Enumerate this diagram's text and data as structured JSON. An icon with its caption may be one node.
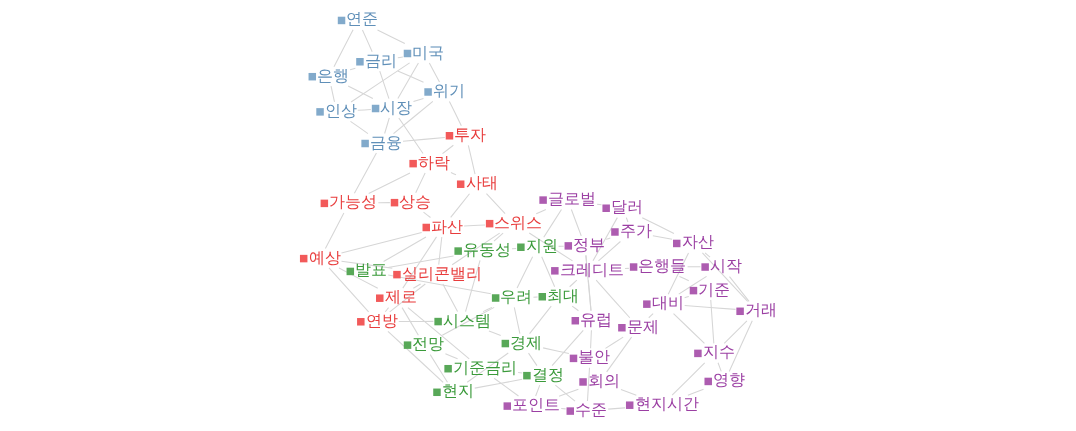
{
  "diagram": {
    "nodes": [
      {
        "text": [
          "달러"
        ]
      },
      {
        "text": [
          "자산"
        ]
      },
      {
        "text": [
          "글로벌"
        ]
      },
      {
        "text": [
          "주가"
        ]
      },
      {
        "text": [
          "정부"
        ]
      },
      {
        "text": [
          "은행들"
        ]
      },
      {
        "text": [
          "기준"
        ]
      },
      {
        "text": [
          "시작"
        ]
      },
      {
        "text": [
          "크레디트"
        ]
      },
      {
        "text": [
          "유럽"
        ]
      },
      {
        "text": [
          "거래"
        ]
      },
      {
        "text": [
          "대비"
        ]
      },
      {
        "text": [
          "문제"
        ]
      },
      {
        "text": [
          "지수"
        ]
      },
      {
        "text": [
          "영향"
        ]
      },
      {
        "text": [
          "불안"
        ]
      },
      {
        "text": [
          "현지시간"
        ]
      },
      {
        "text": [
          "수준"
        ]
      },
      {
        "text": [
          "회의"
        ]
      },
      {
        "text": [
          "포인트"
        ]
      },
      {
        "text": [
          "지원"
        ]
      },
      {
        "text": [
          "유동성"
        ]
      },
      {
        "text": [
          "발표"
        ]
      },
      {
        "text": [
          "최대"
        ]
      },
      {
        "text": [
          "우려"
        ]
      },
      {
        "text": [
          "시스템"
        ]
      },
      {
        "text": [
          "경제"
        ]
      },
      {
        "text": [
          "결정"
        ]
      },
      {
        "text": [
          "현지"
        ]
      },
      {
        "text": [
          "기준금리"
        ]
      },
      {
        "text": [
          "전망"
        ]
      },
      {
        "text": [
          "스위스"
        ]
      },
      {
        "text": [
          "파산"
        ]
      },
      {
        "text": [
          "사태"
        ]
      },
      {
        "text": [
          "투자"
        ]
      },
      {
        "text": [
          "상승"
        ]
      },
      {
        "text": [
          "실리콘밸리"
        ]
      },
      {
        "text": [
          "하락"
        ]
      },
      {
        "text": [
          "연방"
        ]
      },
      {
        "text": [
          "가능성"
        ]
      },
      {
        "text": [
          "제로"
        ]
      },
      {
        "text": [
          "예상"
        ]
      },
      {
        "text": [
          "위기"
        ]
      },
      {
        "text": [
          "금리"
        ]
      },
      {
        "text": [
          "금융"
        ]
      },
      {
        "text": [
          "시장"
        ]
      },
      {
        "text": [
          "은행"
        ]
      },
      {
        "text": [
          "인상"
        ]
      },
      {
        "text": [
          "미국"
        ]
      },
      {
        "text": [
          "연준"
        ]
      }
    ],
    "edges": [
      {
        "from": 0,
        "to": 1,
        "arrow": "none"
      },
      {
        "from": 0,
        "to": 2,
        "arrow": "none"
      },
      {
        "from": 0,
        "to": 3,
        "arrow": "none"
      },
      {
        "from": 0,
        "to": 8,
        "arrow": "none"
      },
      {
        "from": 1,
        "to": 3,
        "arrow": "none"
      },
      {
        "from": 1,
        "to": 7,
        "arrow": "none"
      },
      {
        "from": 1,
        "to": 10,
        "arrow": "none"
      },
      {
        "from": 1,
        "to": 11,
        "arrow": "none"
      },
      {
        "from": 2,
        "to": 4,
        "arrow": "none"
      },
      {
        "from": 2,
        "to": 20,
        "arrow": "none"
      },
      {
        "from": 2,
        "to": 31,
        "arrow": "none"
      },
      {
        "from": 3,
        "to": 8,
        "arrow": "none"
      },
      {
        "from": 3,
        "to": 4,
        "arrow": "none"
      },
      {
        "from": 4,
        "to": 20,
        "arrow": "none"
      },
      {
        "from": 4,
        "to": 9,
        "arrow": "none"
      },
      {
        "from": 4,
        "to": 8,
        "arrow": "none"
      },
      {
        "from": 5,
        "to": 7,
        "arrow": "none"
      },
      {
        "from": 5,
        "to": 6,
        "arrow": "none"
      },
      {
        "from": 5,
        "to": 8,
        "arrow": "none"
      },
      {
        "from": 7,
        "to": 10,
        "arrow": "none"
      },
      {
        "from": 7,
        "to": 11,
        "arrow": "none"
      },
      {
        "from": 6,
        "to": 11,
        "arrow": "none"
      },
      {
        "from": 6,
        "to": 13,
        "arrow": "none"
      },
      {
        "from": 8,
        "to": 9,
        "arrow": "none"
      },
      {
        "from": 8,
        "to": 31,
        "arrow": "none"
      },
      {
        "from": 8,
        "to": 23,
        "arrow": "none"
      },
      {
        "from": 8,
        "to": 12,
        "arrow": "none"
      },
      {
        "from": 9,
        "to": 23,
        "arrow": "none"
      },
      {
        "from": 9,
        "to": 15,
        "arrow": "none"
      },
      {
        "from": 9,
        "to": 27,
        "arrow": "none"
      },
      {
        "from": 10,
        "to": 11,
        "arrow": "none"
      },
      {
        "from": 10,
        "to": 13,
        "arrow": "none"
      },
      {
        "from": 10,
        "to": 14,
        "arrow": "none"
      },
      {
        "from": 11,
        "to": 13,
        "arrow": "none"
      },
      {
        "from": 11,
        "to": 12,
        "arrow": "none"
      },
      {
        "from": 13,
        "to": 14,
        "arrow": "none"
      },
      {
        "from": 13,
        "to": 16,
        "arrow": "none"
      },
      {
        "from": 12,
        "to": 15,
        "arrow": "none"
      },
      {
        "from": 12,
        "to": 18,
        "arrow": "none"
      },
      {
        "from": 14,
        "to": 16,
        "arrow": "none"
      },
      {
        "from": 15,
        "to": 17,
        "arrow": "none"
      },
      {
        "from": 15,
        "to": 26,
        "arrow": "none"
      },
      {
        "from": 16,
        "to": 17,
        "arrow": "none"
      },
      {
        "from": 16,
        "to": 18,
        "arrow": "none"
      },
      {
        "from": 17,
        "to": 19,
        "arrow": "none"
      },
      {
        "from": 17,
        "to": 27,
        "arrow": "none"
      },
      {
        "from": 18,
        "to": 19,
        "arrow": "none"
      },
      {
        "from": 19,
        "to": 29,
        "arrow": "none"
      },
      {
        "from": 19,
        "to": 27,
        "arrow": "none"
      },
      {
        "from": 20,
        "to": 21,
        "arrow": "none"
      },
      {
        "from": 20,
        "to": 23,
        "arrow": "none"
      },
      {
        "from": 20,
        "to": 24,
        "arrow": "none"
      },
      {
        "from": 21,
        "to": 22,
        "arrow": "none"
      },
      {
        "from": 21,
        "to": 25,
        "arrow": "none"
      },
      {
        "from": 21,
        "to": 31,
        "arrow": "none"
      },
      {
        "from": 22,
        "to": 24,
        "arrow": "none"
      },
      {
        "from": 22,
        "to": 32,
        "arrow": "none"
      },
      {
        "from": 23,
        "to": 24,
        "arrow": "none"
      },
      {
        "from": 23,
        "to": 26,
        "arrow": "none"
      },
      {
        "from": 24,
        "to": 25,
        "arrow": "none"
      },
      {
        "from": 24,
        "to": 26,
        "arrow": "none"
      },
      {
        "from": 24,
        "to": 30,
        "arrow": "none"
      },
      {
        "from": 25,
        "to": 26,
        "arrow": "none"
      },
      {
        "from": 25,
        "to": 36,
        "arrow": "none"
      },
      {
        "from": 25,
        "to": 38,
        "arrow": "none"
      },
      {
        "from": 26,
        "to": 27,
        "arrow": "none"
      },
      {
        "from": 26,
        "to": 28,
        "arrow": "none"
      },
      {
        "from": 27,
        "to": 28,
        "arrow": "none"
      },
      {
        "from": 27,
        "to": 29,
        "arrow": "none"
      },
      {
        "from": 28,
        "to": 30,
        "arrow": "none"
      },
      {
        "from": 28,
        "to": 38,
        "arrow": "none"
      },
      {
        "from": 29,
        "to": 30,
        "arrow": "none"
      },
      {
        "from": 30,
        "to": 40,
        "arrow": "none"
      },
      {
        "from": 29,
        "to": 40,
        "arrow": "none"
      },
      {
        "from": 31,
        "to": 32,
        "arrow": "none"
      },
      {
        "from": 31,
        "to": 33,
        "arrow": "none"
      },
      {
        "from": 31,
        "to": 36,
        "arrow": "none"
      },
      {
        "from": 32,
        "to": 35,
        "arrow": "none"
      },
      {
        "from": 32,
        "to": 36,
        "arrow": "none"
      },
      {
        "from": 32,
        "to": 33,
        "arrow": "none"
      },
      {
        "from": 32,
        "to": 40,
        "arrow": "none"
      },
      {
        "from": 32,
        "to": 41,
        "arrow": "none"
      },
      {
        "from": 33,
        "to": 34,
        "arrow": "none"
      },
      {
        "from": 33,
        "to": 37,
        "arrow": "none"
      },
      {
        "from": 34,
        "to": 42,
        "arrow": "none"
      },
      {
        "from": 34,
        "to": 37,
        "arrow": "none"
      },
      {
        "from": 34,
        "to": 44,
        "arrow": "none"
      },
      {
        "from": 35,
        "to": 37,
        "arrow": "none"
      },
      {
        "from": 35,
        "to": 39,
        "arrow": "none"
      },
      {
        "from": 36,
        "to": 38,
        "arrow": "none"
      },
      {
        "from": 36,
        "to": 40,
        "arrow": "none"
      },
      {
        "from": 36,
        "to": 41,
        "arrow": "none"
      },
      {
        "from": 38,
        "to": 40,
        "arrow": "none"
      },
      {
        "from": 38,
        "to": 41,
        "arrow": "none"
      },
      {
        "from": 37,
        "to": 39,
        "arrow": "none"
      },
      {
        "from": 37,
        "to": 45,
        "arrow": "none"
      },
      {
        "from": 39,
        "to": 41,
        "arrow": "none"
      },
      {
        "from": 39,
        "to": 44,
        "arrow": "none"
      },
      {
        "from": 40,
        "to": 41,
        "arrow": "none"
      },
      {
        "from": 42,
        "to": 43,
        "arrow": "none"
      },
      {
        "from": 42,
        "to": 44,
        "arrow": "none"
      },
      {
        "from": 42,
        "to": 45,
        "arrow": "none"
      },
      {
        "from": 42,
        "to": 48,
        "arrow": "none"
      },
      {
        "from": 43,
        "to": 45,
        "arrow": "none"
      },
      {
        "from": 43,
        "to": 46,
        "arrow": "none"
      },
      {
        "from": 43,
        "to": 48,
        "arrow": "none"
      },
      {
        "from": 44,
        "to": 47,
        "arrow": "none"
      },
      {
        "from": 44,
        "to": 45,
        "arrow": "none"
      },
      {
        "from": 45,
        "to": 46,
        "arrow": "none"
      },
      {
        "from": 45,
        "to": 47,
        "arrow": "none"
      },
      {
        "from": 45,
        "to": 48,
        "arrow": "none"
      },
      {
        "from": 46,
        "to": 47,
        "arrow": "none"
      },
      {
        "from": 46,
        "to": 49,
        "arrow": "none"
      },
      {
        "from": 47,
        "to": 48,
        "arrow": "none"
      },
      {
        "from": 48,
        "to": 49,
        "arrow": "none"
      },
      {
        "from": 43,
        "to": 49,
        "arrow": "none"
      }
    ]
  }
}
